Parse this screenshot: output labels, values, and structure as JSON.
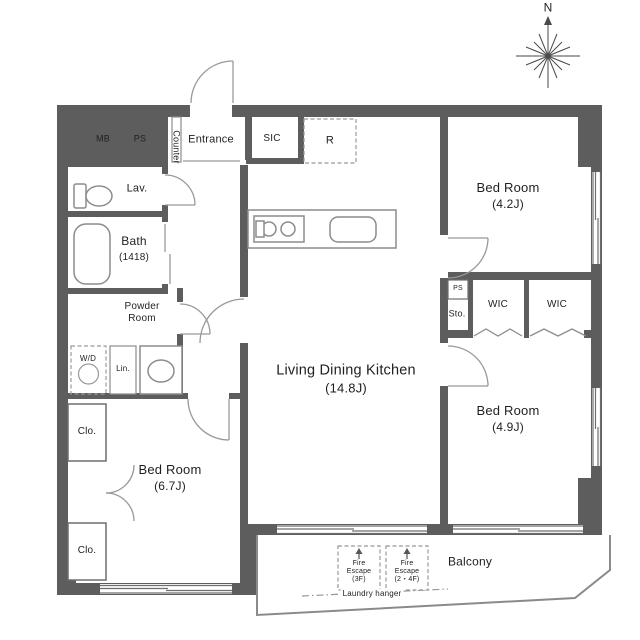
{
  "compass": {
    "north_label": "N"
  },
  "rooms": {
    "mb": {
      "label": "MB"
    },
    "ps_entrance": {
      "label": "PS"
    },
    "counter": {
      "label": "Counter"
    },
    "entrance": {
      "label": "Entrance"
    },
    "sic": {
      "label": "SIC"
    },
    "refrigerator_space": {
      "label": "R"
    },
    "lavatory": {
      "label": "Lav."
    },
    "bath": {
      "label": "Bath",
      "size": "(1418)"
    },
    "powder_room": {
      "label": "Powder\nRoom"
    },
    "washer_dryer": {
      "label": "W/D"
    },
    "linen": {
      "label": "Lin."
    },
    "closet_upper": {
      "label": "Clo."
    },
    "closet_lower": {
      "label": "Clo."
    },
    "bedroom_south": {
      "label": "Bed Room",
      "size": "(6.7J)"
    },
    "living_dining_kitchen": {
      "label": "Living Dining Kitchen",
      "size": "(14.8J)"
    },
    "bedroom_northeast": {
      "label": "Bed Room",
      "size": "(4.2J)"
    },
    "ps_middle": {
      "label": "PS"
    },
    "storage": {
      "label": "Sto."
    },
    "wic_west": {
      "label": "WIC"
    },
    "wic_east": {
      "label": "WIC"
    },
    "bedroom_southeast": {
      "label": "Bed Room",
      "size": "(4.9J)"
    },
    "balcony": {
      "label": "Balcony"
    }
  },
  "annotations": {
    "fire_escape_3f": {
      "label": "Fire\nEscape\n(3F)"
    },
    "fire_escape_2_4f": {
      "label": "Fire\nEscape\n(2・4F)"
    },
    "laundry_hanger": {
      "label": "Laundry hanger"
    }
  },
  "colors": {
    "wall": "#5d5d5d",
    "fixture_line": "#8c8c8c",
    "thin_line": "#999999",
    "text": "#1f1f1f"
  }
}
